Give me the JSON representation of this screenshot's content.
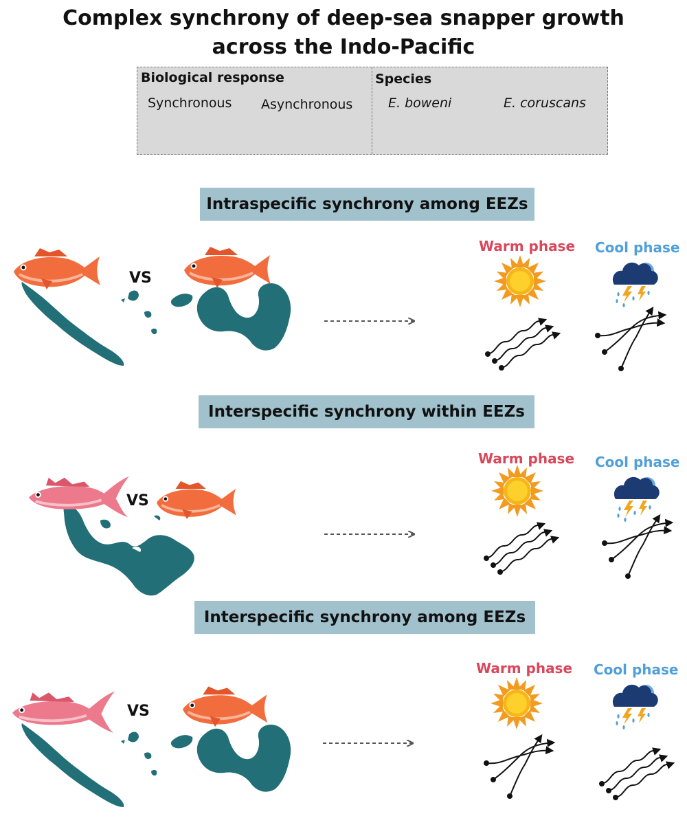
{
  "title": {
    "line1": "Complex synchrony of deep-sea snapper growth",
    "line2": "across the Indo-Pacific"
  },
  "legend": {
    "biological_response_heading": "Biological response",
    "synchronous_label": "Synchronous",
    "asynchronous_label": "Asynchronous",
    "species_heading": "Species",
    "species_1": "E. boweni",
    "species_2": "E. coruscans"
  },
  "sections": [
    {
      "title": "Intraspecific synchrony among EEZs",
      "vs_label": "VS",
      "warm_label": "Warm phase",
      "cool_label": "Cool phase",
      "warm_response": "synchronous",
      "cool_response": "asynchronous"
    },
    {
      "title": "Interspecific synchrony within EEZs",
      "vs_label": "VS",
      "warm_label": "Warm phase",
      "cool_label": "Cool phase",
      "warm_response": "synchronous",
      "cool_response": "asynchronous"
    },
    {
      "title": "Interspecific synchrony among EEZs",
      "vs_label": "VS",
      "warm_label": "Warm phase",
      "cool_label": "Cool phase",
      "warm_response": "asynchronous",
      "cool_response": "synchronous"
    }
  ],
  "colors": {
    "boweni": "#f26d3d",
    "coruscans": "#ec7a8c",
    "land": "#236f77",
    "title_band": "#a1c2cd",
    "warm": "#d9475b",
    "cool": "#4f9fd9"
  }
}
